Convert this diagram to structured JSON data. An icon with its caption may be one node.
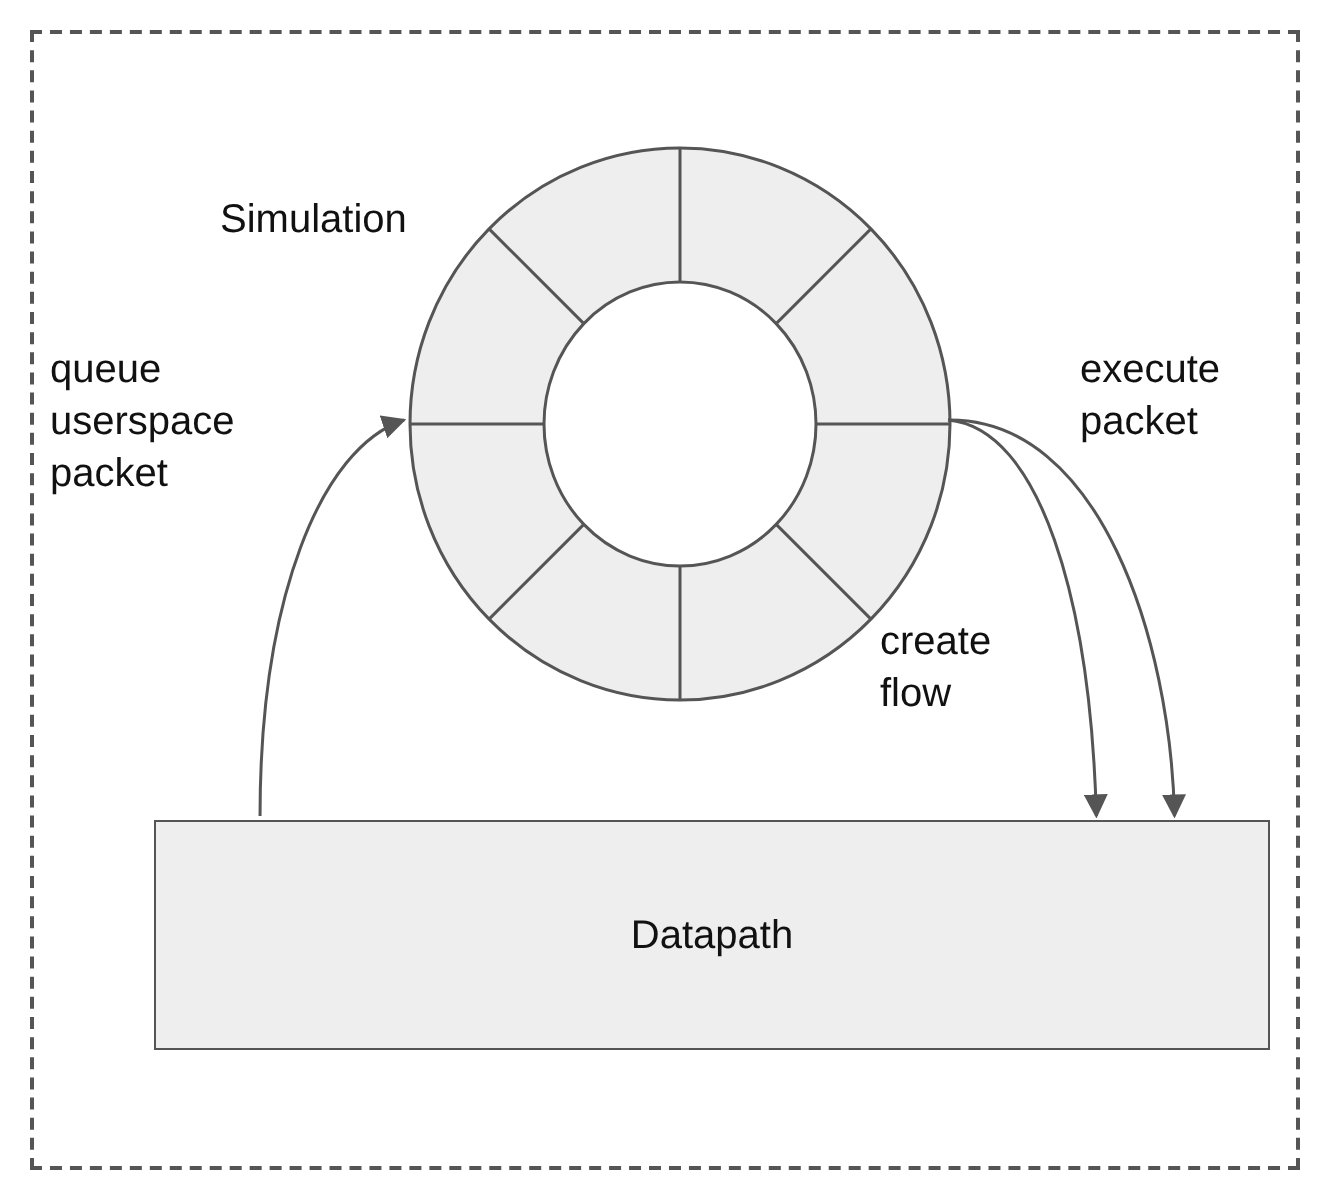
{
  "diagram": {
    "nodes": [
      {
        "text": [],
        "shape": "box"
      },
      {
        "text": [
          "Simulation"
        ],
        "in": 0
      },
      {
        "text": [
          "Datapath"
        ],
        "in": 0
      }
    ],
    "edges": [
      {
        "from": 2,
        "to": 1,
        "arrow": "to",
        "label": "queue userspace packet"
      },
      {
        "from": 1,
        "to": 2,
        "arrow": "to",
        "label": "create flow"
      },
      {
        "from": 1,
        "to": 2,
        "arrow": "to",
        "label": "execute packet"
      }
    ]
  }
}
